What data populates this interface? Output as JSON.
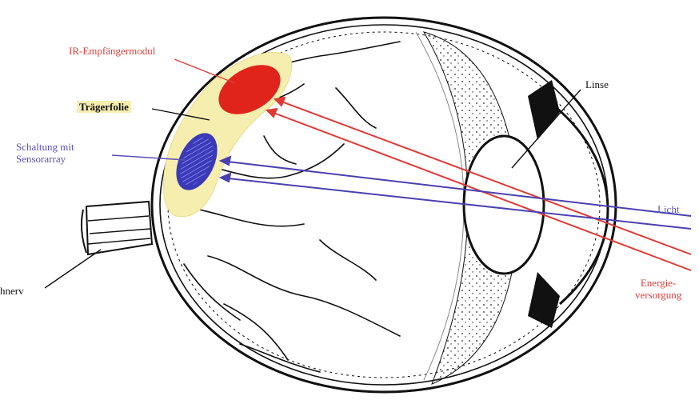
{
  "labels": {
    "ir_module": "IR-Empfängermodul",
    "carrier_foil": "Trägerfolie",
    "circuit_line1": "Schaltung mit",
    "circuit_line2": "Sensorarray",
    "lens": "Linse",
    "light": "Licht",
    "energy_line1": "Energie-",
    "energy_line2": "versorgung",
    "optic_nerve": "hnerv"
  },
  "colors": {
    "ir_module": "#e0241c",
    "carrier_foil": "#f6eeae",
    "sensor_array": "#3a3ab8",
    "energy_beam": "#e03a34",
    "light_beam": "#4a40b0",
    "ink": "#111111"
  }
}
